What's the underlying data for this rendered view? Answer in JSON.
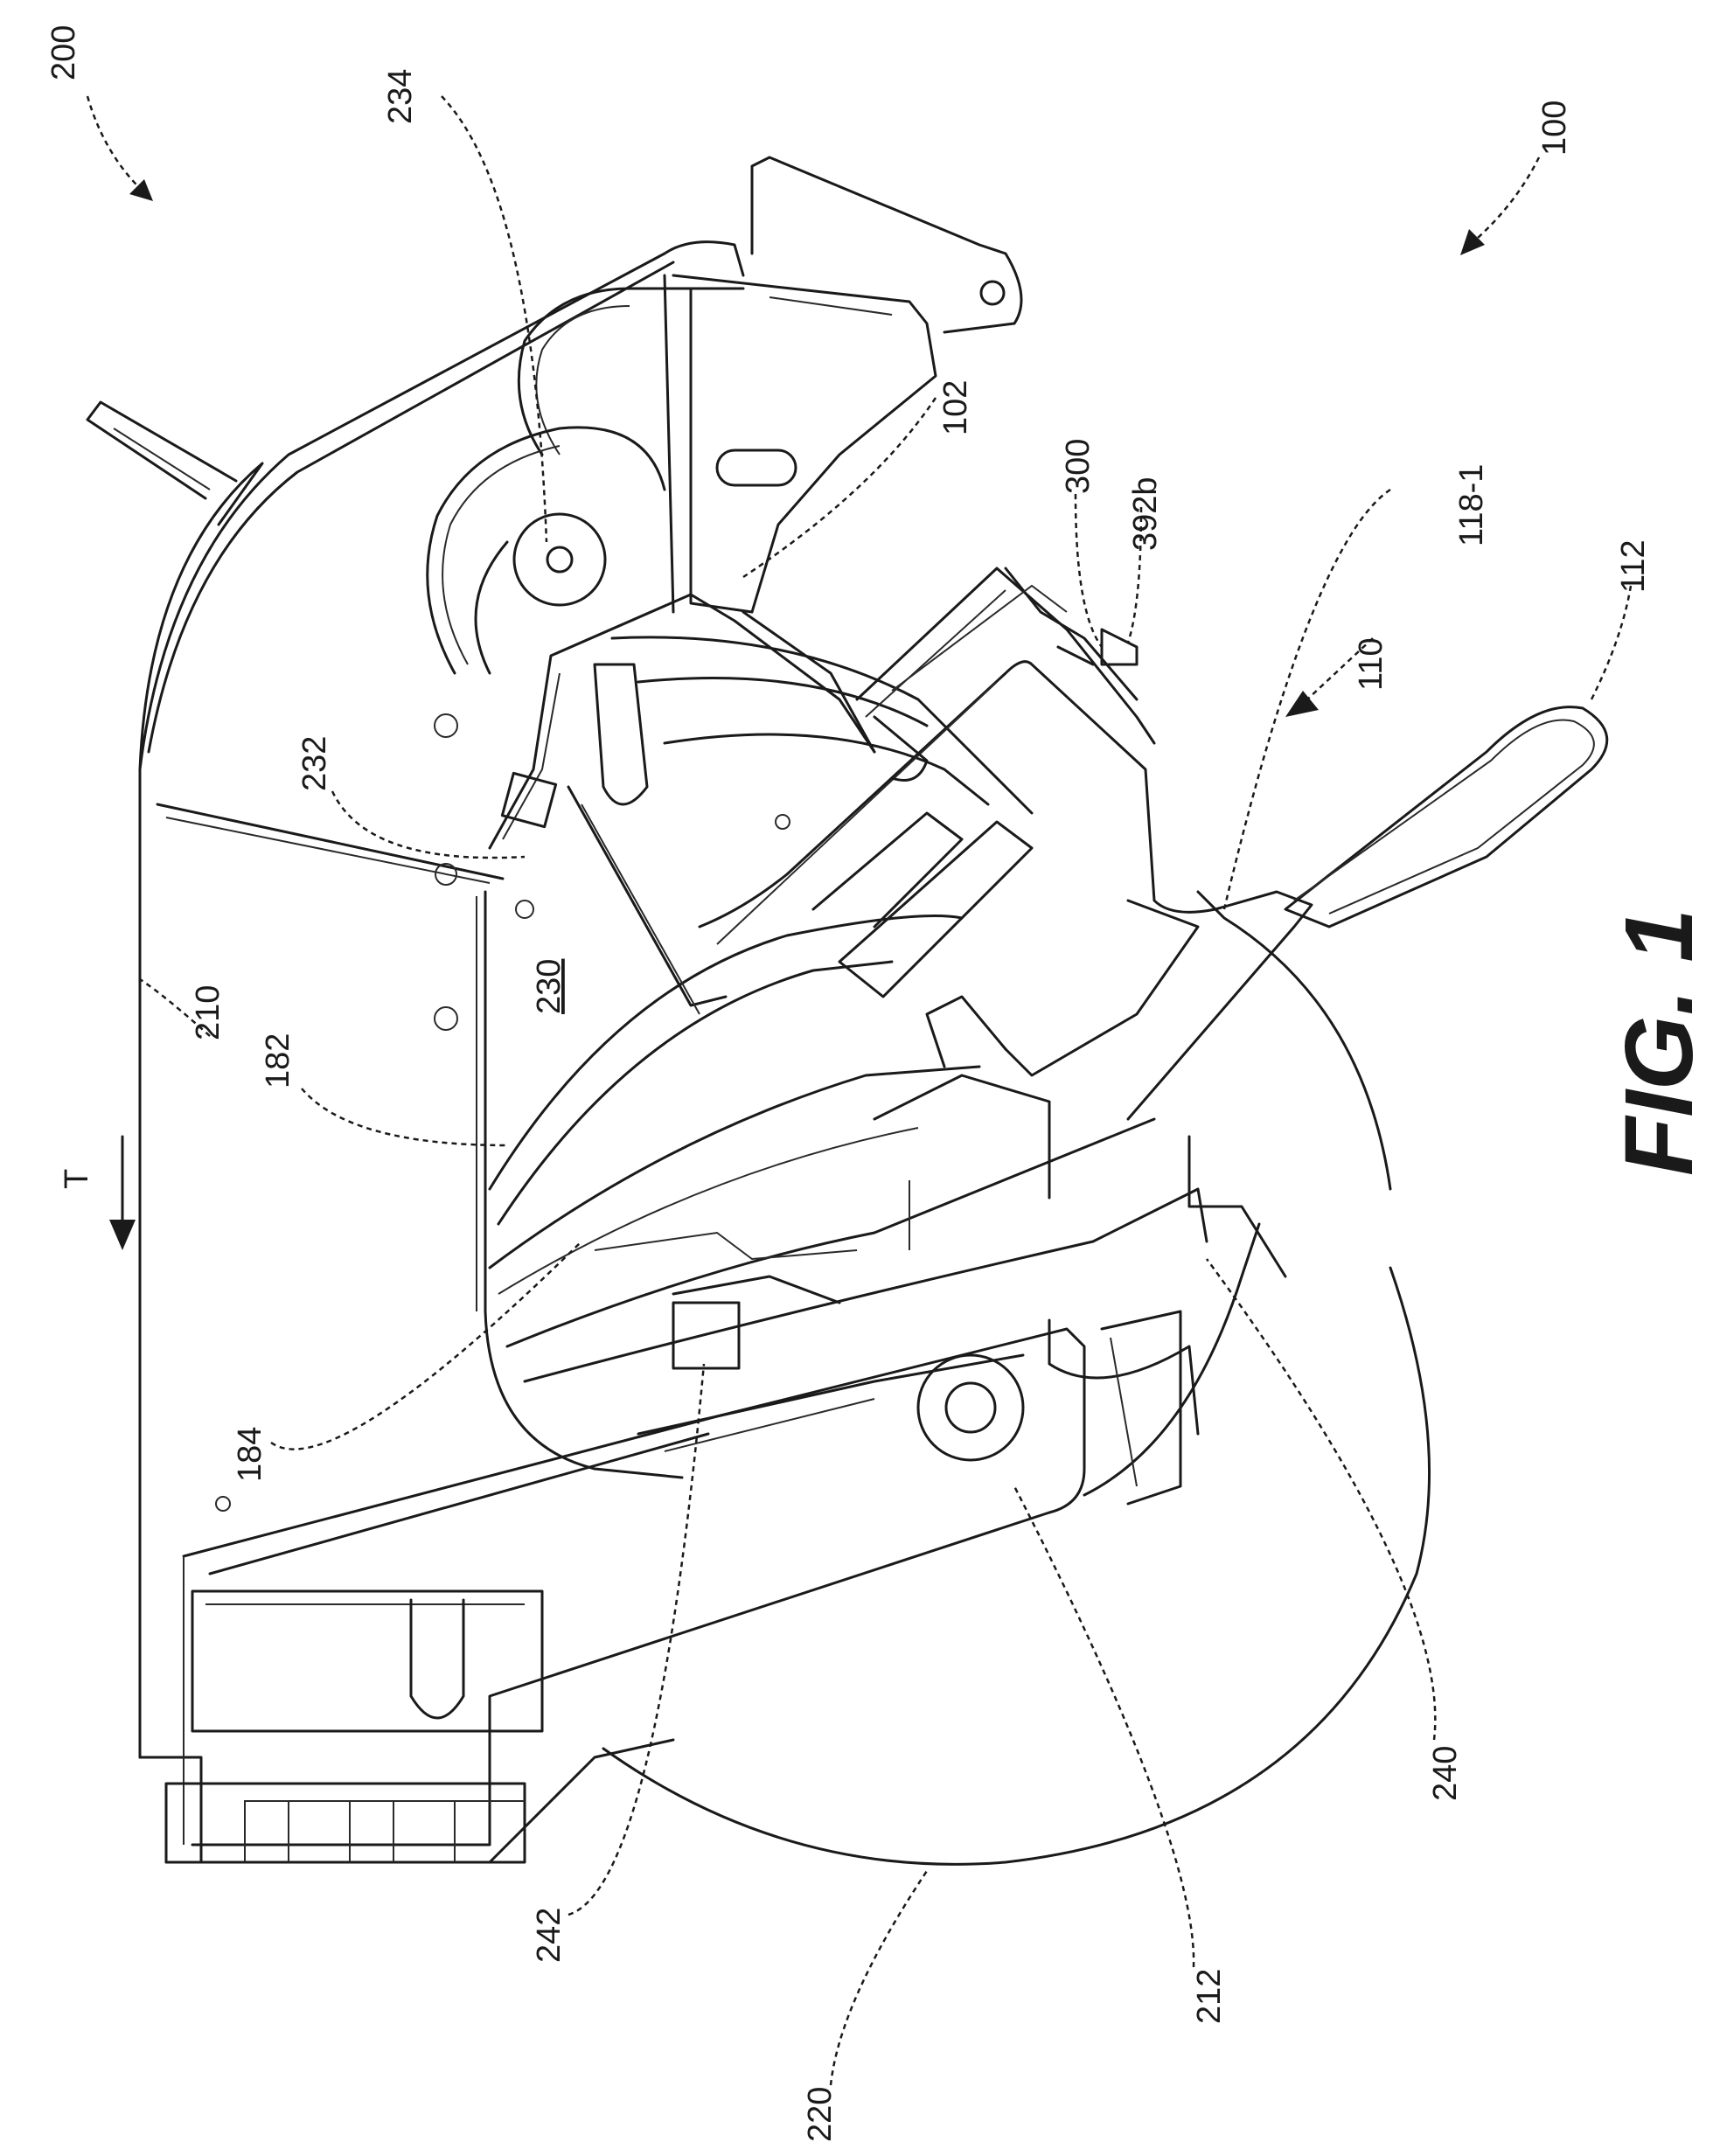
{
  "figure": {
    "caption": "FIG. 1",
    "orientation_rotated_ccw": true
  },
  "reference_numerals": {
    "r200": "200",
    "r234": "234",
    "r100": "100",
    "r102": "102",
    "r300": "300",
    "r392b": "392b",
    "r118_1": "118-1",
    "r112": "112",
    "r110": "110",
    "r232": "232",
    "r210": "210",
    "r182": "182",
    "r230": "230",
    "rT": "T",
    "r184": "184",
    "r242": "242",
    "r240": "240",
    "r220": "220",
    "r212": "212"
  }
}
